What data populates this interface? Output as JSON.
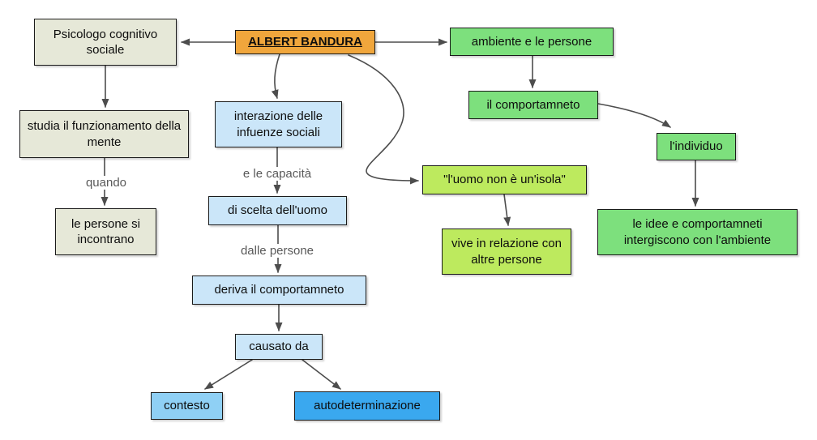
{
  "diagram": {
    "type": "concept-map",
    "root": "ALBERT BANDURA",
    "colors": {
      "root_orange": "#f0a63c",
      "beige": "#e6e8d8",
      "green": "#7de07d",
      "yellow_green": "#bdea5e",
      "pale_blue": "#cbe6f9",
      "medium_blue": "#8fd0f5",
      "strong_blue": "#3aa8ef",
      "arrow": "#4d4d4d",
      "edge_label_text": "#595959"
    },
    "nodes": {
      "bandura": {
        "label": "ALBERT BANDURA",
        "color": "#f0a63c"
      },
      "psicologo": {
        "label": "Psicologo cognitivo sociale",
        "color": "#e6e8d8"
      },
      "ambiente": {
        "label": "ambiente e le persone",
        "color": "#7de07d"
      },
      "studia": {
        "label": "studia il funzionamento della mente",
        "color": "#e6e8d8"
      },
      "interazione": {
        "label": "interazione delle infuenze sociali",
        "color": "#cbe6f9"
      },
      "comportamneto": {
        "label": "il comportamneto",
        "color": "#7de07d"
      },
      "individuo": {
        "label": "l'individuo",
        "color": "#7de07d"
      },
      "di_scelta": {
        "label": "di scelta dell'uomo",
        "color": "#cbe6f9"
      },
      "uomo_isola": {
        "label": "\"l'uomo non è un'isola\"",
        "color": "#bdea5e"
      },
      "le_persone": {
        "label": "le persone si incontrano",
        "color": "#e6e8d8"
      },
      "vive": {
        "label": "vive in relazione con altre persone",
        "color": "#bdea5e"
      },
      "le_idee": {
        "label": "le idee e comportamneti intergiscono con l'ambiente",
        "color": "#7de07d"
      },
      "deriva": {
        "label": "deriva il comportamneto",
        "color": "#cbe6f9"
      },
      "causato": {
        "label": "causato da",
        "color": "#cbe6f9"
      },
      "contesto": {
        "label": "contesto",
        "color": "#8fd0f5"
      },
      "autodeterminazione": {
        "label": "autodeterminazione",
        "color": "#3aa8ef"
      }
    },
    "edge_labels": {
      "quando": "quando",
      "e_le_capacita": "e le capacità",
      "dalle_persone": "dalle persone"
    },
    "edges": [
      {
        "from": "bandura",
        "to": "psicologo"
      },
      {
        "from": "bandura",
        "to": "ambiente"
      },
      {
        "from": "bandura",
        "to": "interazione"
      },
      {
        "from": "bandura",
        "to": "uomo_isola"
      },
      {
        "from": "psicologo",
        "to": "studia"
      },
      {
        "from": "studia",
        "to": "le_persone",
        "label": "quando"
      },
      {
        "from": "interazione",
        "to": "di_scelta",
        "label": "e le capacità"
      },
      {
        "from": "di_scelta",
        "to": "deriva",
        "label": "dalle persone"
      },
      {
        "from": "deriva",
        "to": "causato"
      },
      {
        "from": "causato",
        "to": "contesto"
      },
      {
        "from": "causato",
        "to": "autodeterminazione"
      },
      {
        "from": "ambiente",
        "to": "comportamneto"
      },
      {
        "from": "comportamneto",
        "to": "individuo"
      },
      {
        "from": "individuo",
        "to": "le_idee"
      },
      {
        "from": "uomo_isola",
        "to": "vive"
      }
    ]
  }
}
